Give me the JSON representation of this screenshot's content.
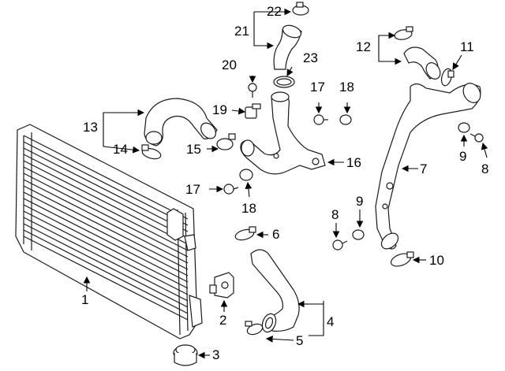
{
  "callouts": {
    "c1": "1",
    "c2": "2",
    "c3": "3",
    "c4": "4",
    "c5": "5",
    "c6": "6",
    "c7": "7",
    "c8a": "8",
    "c8b": "8",
    "c9a": "9",
    "c9b": "9",
    "c10": "10",
    "c11": "11",
    "c12": "12",
    "c13": "13",
    "c14": "14",
    "c15": "15",
    "c16": "16",
    "c17a": "17",
    "c17b": "17",
    "c18a": "18",
    "c18b": "18",
    "c19": "19",
    "c20": "20",
    "c21": "21",
    "c22": "22",
    "c23": "23"
  },
  "colors": {
    "line": "#1a1a1a",
    "background": "#ffffff"
  }
}
